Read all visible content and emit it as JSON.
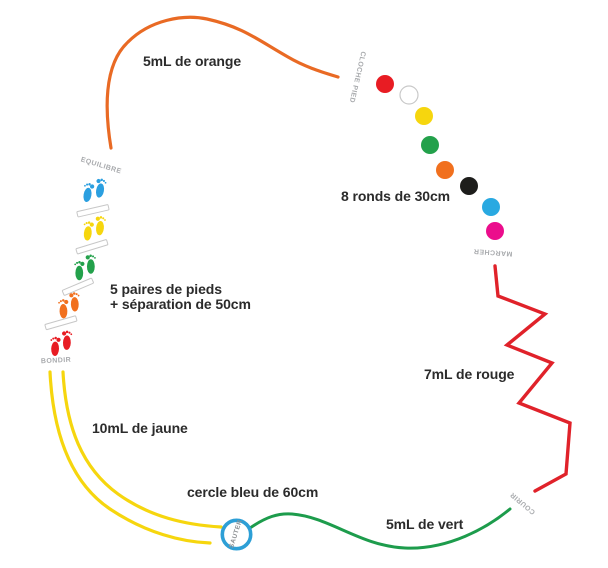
{
  "labels": {
    "orange_line": "5mL de orange",
    "rounds": "8 ronds de 30cm",
    "feet_line1": "5 paires de pieds",
    "feet_line2": "+ séparation de 50cm",
    "red_line": "7mL de rouge",
    "yellow_line": "10mL de jaune",
    "blue_circle": "cercle bleu de 60cm",
    "green_line": "5mL de vert"
  },
  "stations": {
    "equilibre": "EQUILIBRE",
    "cloche_pied": "CLOCHE PIED",
    "marcher": "MARCHER",
    "courir": "COURIR",
    "sauter": "SAUTER",
    "bondir": "BONDIR"
  },
  "colors": {
    "orange": "#e96a24",
    "yellow": "#f6d60e",
    "green": "#1d9c4c",
    "red": "#e0222a",
    "blue_ring": "#2d9fd6",
    "text": "#2b2b2b",
    "muted": "#a8aaad",
    "separator_border": "#c7c7c7",
    "white_dot_border": "#c9c9c9"
  },
  "dots": [
    {
      "name": "red-round",
      "color": "#e81c23"
    },
    {
      "name": "white-round",
      "color": "#ffffff"
    },
    {
      "name": "yellow-round",
      "color": "#f6d60e"
    },
    {
      "name": "green-round",
      "color": "#23a14b"
    },
    {
      "name": "orange-round",
      "color": "#f1701e"
    },
    {
      "name": "black-round",
      "color": "#1d1d1b"
    },
    {
      "name": "cyan-round",
      "color": "#29a9e1"
    },
    {
      "name": "magenta-round",
      "color": "#eb0d8c"
    }
  ],
  "footprint_pairs": [
    {
      "name": "blue-feet",
      "color": "#2b9fe0"
    },
    {
      "name": "yellow-feet",
      "color": "#f6d60e"
    },
    {
      "name": "green-feet",
      "color": "#23a14b"
    },
    {
      "name": "orange-feet",
      "color": "#f1701e"
    },
    {
      "name": "red-feet",
      "color": "#e81c23"
    }
  ]
}
